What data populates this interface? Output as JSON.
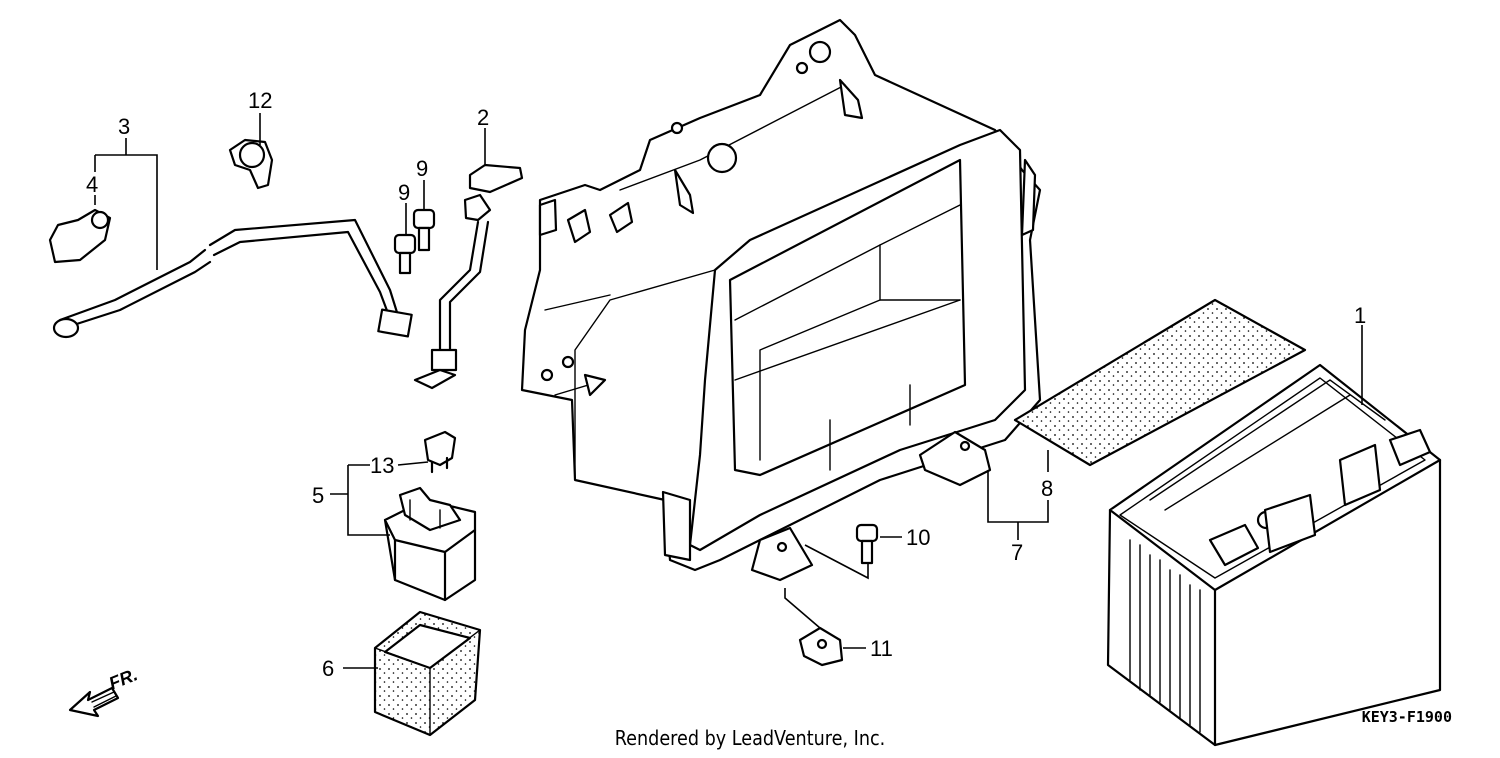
{
  "callouts": [
    "1",
    "2",
    "3",
    "4",
    "5",
    "6",
    "7",
    "8",
    "9",
    "9",
    "10",
    "11",
    "12",
    "13"
  ],
  "direction_label": "FR.",
  "diagram_code": "KEY3-F1900",
  "footer": "Rendered by LeadVenture, Inc."
}
